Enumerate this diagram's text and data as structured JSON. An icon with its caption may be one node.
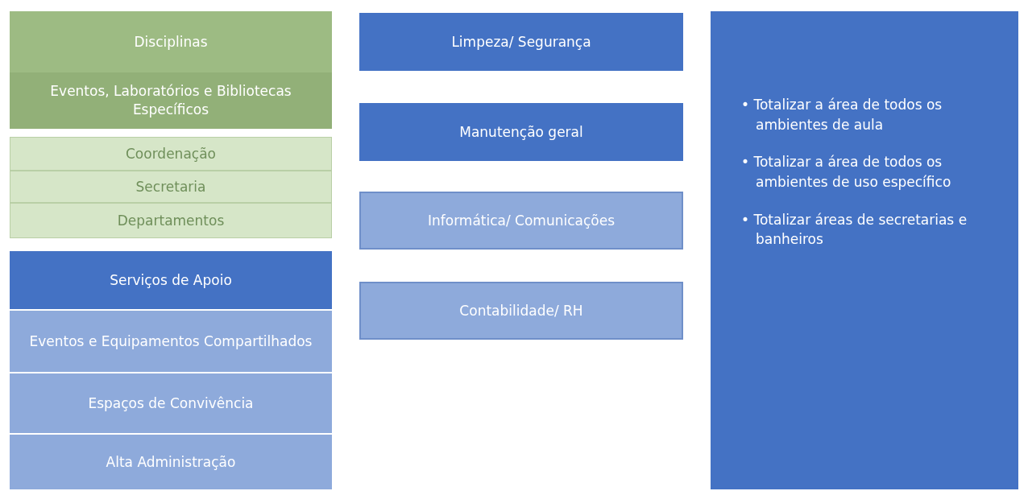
{
  "diagram": {
    "nodes": [
      {
        "text": [
          "Disciplinas"
        ]
      },
      {
        "text": [
          "Eventos, Laboratórios e Bibliotecas Específicos"
        ]
      },
      {
        "text": [
          "Coordenação"
        ]
      },
      {
        "text": [
          "Secretaria"
        ]
      },
      {
        "text": [
          "Departamentos"
        ]
      },
      {
        "text": [
          "Serviços de Apoio"
        ]
      },
      {
        "text": [
          "Eventos e Equipamentos Compartilhados"
        ]
      },
      {
        "text": [
          "Espaços de Convivência"
        ]
      },
      {
        "text": [
          "Alta Administração"
        ]
      },
      {
        "text": [
          "Limpeza/ Segurança"
        ]
      },
      {
        "text": [
          "Manutenção geral"
        ]
      },
      {
        "text": [
          "Informática/ Comunicações"
        ]
      },
      {
        "text": [
          "Contabilidade/ RH"
        ]
      },
      {
        "text": [
          "• Totalizar a área de todos os ambientes de aula",
          "• Totalizar a área de todos os ambientes de uso específico",
          "• Totalizar áreas de secretarias e banheiros"
        ]
      }
    ]
  }
}
